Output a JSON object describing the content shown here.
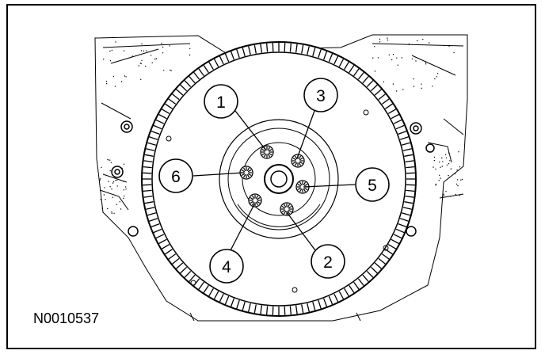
{
  "figure": {
    "reference_code": "N0010537",
    "callouts": [
      {
        "label": "1"
      },
      {
        "label": "2"
      },
      {
        "label": "3"
      },
      {
        "label": "4"
      },
      {
        "label": "5"
      },
      {
        "label": "6"
      }
    ]
  },
  "colors": {
    "line": "#000000",
    "background": "#ffffff"
  }
}
